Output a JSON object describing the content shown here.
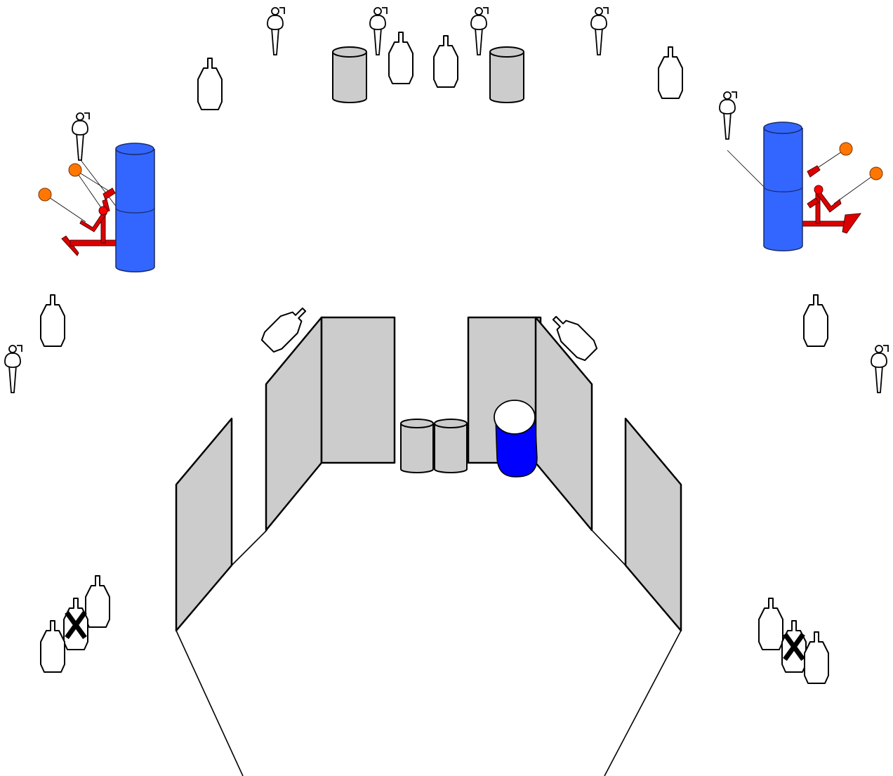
{
  "diagram": {
    "type": "shooting-stage-layout",
    "colors": {
      "background": "#ffffff",
      "wall": "#cccccc",
      "barrel_grey": "#cccccc",
      "barrel_blue": "#3366ff",
      "drum_blue": "#0000ff",
      "swinger_frame": "#dd0000",
      "steel_plate": "#ff7700",
      "no_shoot_mark": "#000000"
    },
    "legend_symbols": [
      "paper-target",
      "no-shoot-target",
      "mini-popper",
      "steel-plate",
      "swinger",
      "barrel",
      "drum",
      "wall"
    ],
    "text_labels": []
  }
}
